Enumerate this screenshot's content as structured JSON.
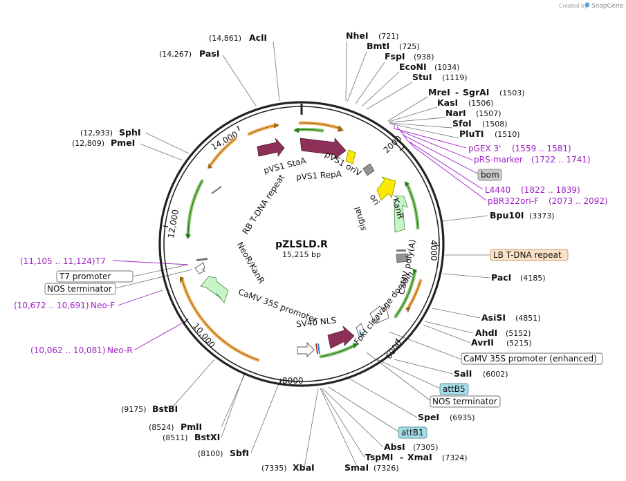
{
  "credit": {
    "prefix": "Created by",
    "brand": "SnapGene"
  },
  "plasmid": {
    "name": "pZLSLD.R",
    "length": "15,215 bp"
  },
  "ticks": [
    {
      "label": "2000",
      "bp": 2000
    },
    {
      "label": "4000",
      "bp": 4000
    },
    {
      "label": "6000",
      "bp": 6000
    },
    {
      "label": "8000",
      "bp": 8000
    },
    {
      "label": "10,000",
      "bp": 10000
    },
    {
      "label": "12,000",
      "bp": 12000
    },
    {
      "label": "14,000",
      "bp": 14000
    }
  ],
  "enzymes": {
    "acli": {
      "name": "AclI",
      "pos": "(14,861)"
    },
    "pasi": {
      "name": "PasI",
      "pos": "(14,267)"
    },
    "sphi": {
      "name": "SphI",
      "pos": "(12,933)"
    },
    "pmei": {
      "name": "PmeI",
      "pos": "(12,809)"
    },
    "nhei": {
      "name": "NheI",
      "pos": "(721)"
    },
    "bmti": {
      "name": "BmtI",
      "pos": "(725)"
    },
    "fspi": {
      "name": "FspI",
      "pos": "(938)"
    },
    "econi": {
      "name": "EcoNI",
      "pos": "(1034)"
    },
    "stui": {
      "name": "StuI",
      "pos": "(1119)"
    },
    "mrei": {
      "name": "MreI",
      "name2": "SgrAI",
      "pos": "(1503)"
    },
    "kasi": {
      "name": "KasI",
      "pos": "(1506)"
    },
    "nari": {
      "name": "NarI",
      "pos": "(1507)"
    },
    "sfoi": {
      "name": "SfoI",
      "pos": "(1508)"
    },
    "pluti": {
      "name": "PluTI",
      "pos": "(1510)"
    },
    "bpu10i": {
      "name": "Bpu10I",
      "pos": "(3373)"
    },
    "paci": {
      "name": "PacI",
      "pos": "(4185)"
    },
    "asisi": {
      "name": "AsiSI",
      "pos": "(4851)"
    },
    "ahdi": {
      "name": "AhdI",
      "pos": "(5152)"
    },
    "avrii": {
      "name": "AvrII",
      "pos": "(5215)"
    },
    "sali": {
      "name": "SalI",
      "pos": "(6002)"
    },
    "spei": {
      "name": "SpeI",
      "pos": "(6935)"
    },
    "absi": {
      "name": "AbsI",
      "pos": "(7305)"
    },
    "tspmi": {
      "name": "TspMI",
      "name2": "XmaI",
      "pos": "(7324)"
    },
    "smai": {
      "name": "SmaI",
      "pos": "(7326)"
    },
    "xbai": {
      "name": "XbaI",
      "pos": "(7335)"
    },
    "sbfi": {
      "name": "SbfI",
      "pos": "(8100)"
    },
    "pmli": {
      "name": "PmlI",
      "pos": "(8524)"
    },
    "bstxi": {
      "name": "BstXI",
      "pos": "(8511)"
    },
    "bstbi": {
      "name": "BstBI",
      "pos": "(9175)"
    }
  },
  "primers": {
    "pgex3": {
      "name": "pGEX 3'",
      "pos": "(1559 .. 1581)"
    },
    "prs": {
      "name": "pRS-marker",
      "pos": "(1722 .. 1741)"
    },
    "l4440": {
      "name": "L4440",
      "pos": "(1822 .. 1839)"
    },
    "pbr322": {
      "name": "pBR322ori-F",
      "pos": "(2073 .. 2092)"
    },
    "t7": {
      "name": "T7",
      "pos": "(11,105 .. 11,124)"
    },
    "neof": {
      "name": "Neo-F",
      "pos": "(10,672 .. 10,691)"
    },
    "neor": {
      "name": "Neo-R",
      "pos": "(10,062 .. 10,081)"
    }
  },
  "boxed_features": {
    "bom": "bom",
    "lb_tdna": "LB T-DNA repeat",
    "camv_enh": "CaMV 35S promoter (enhanced)",
    "attb5": "attB5",
    "nos_right": "NOS terminator",
    "attb1": "attB1",
    "t7_promoter": "T7 promoter",
    "nos_left": "NOS terminator"
  },
  "inner_labels": {
    "pvs1_stab": "pVS1 StaA",
    "pvs1_repa": "pVS1 RepA",
    "pvs1_oriv": "pVS1 oriV",
    "rb_tdna": "RB T-DNA repeat",
    "ori": "ori",
    "kanr": "KanR",
    "kanr_signal": "signal",
    "camv_polya": "CaMV poly(A)",
    "foki": "FokI cleavage domain",
    "sv40": "SV40 NLS",
    "camv35s": "CaMV 35S promoter",
    "neor_kanr": "NeoR/KanR"
  },
  "colors": {
    "backbone": "#222222",
    "feature_magenta": "#8c3058",
    "feature_yellow": "#f7e900",
    "feature_gray": "#8f9298",
    "feature_mint": "#c7f5c7",
    "feature_white": "#ffffff",
    "primer_purple": "#a020c8",
    "orf_orange": "#f7b765",
    "orf_green": "#8cc878"
  }
}
